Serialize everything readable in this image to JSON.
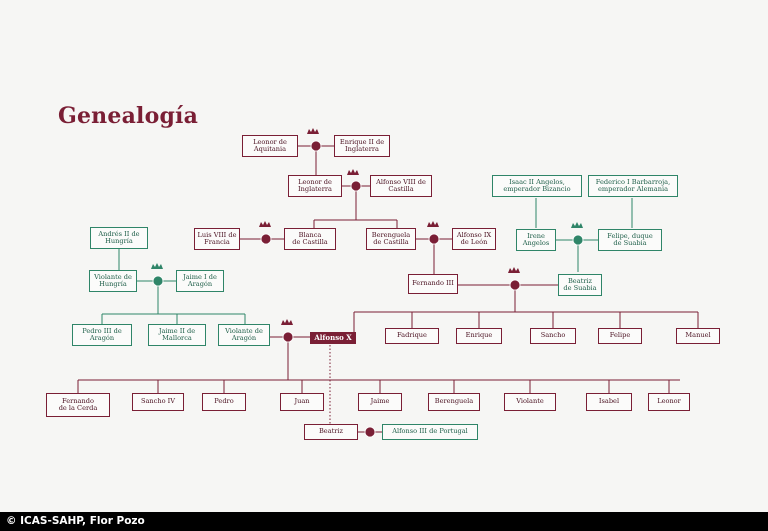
{
  "title": "Genealogía",
  "colors": {
    "dynasty": "#7a1f35",
    "consort": "#2f8568",
    "background": "#f6f6f4"
  },
  "people": {
    "leonor_aquitania": "Leonor de\nAquitania",
    "enrique_ii": "Enrique II de\nInglaterra",
    "leonor_inglaterra": "Leonor de\nInglaterra",
    "alfonso_viii": "Alfonso VIII de\nCastilla",
    "luis_viii": "Luis VIII de\nFrancia",
    "blanca": "Blanca\nde Castilla",
    "berenguela_castilla": "Berenguela\nde Castilla",
    "alfonso_ix": "Alfonso IX\nde León",
    "isaac_ii": "Isaac II Angelos,\nemperador Bizancio",
    "federico_i": "Federico I Barbarroja,\nemperador Alemania",
    "irene": "Irene\nAngelos",
    "felipe_suabia": "Felipe, duque\nde Suabia",
    "andres_ii": "Andrés II de\nHungría",
    "violante_hungria": "Violante de\nHungría",
    "jaime_i": "Jaime I de\nAragón",
    "fernando_iii": "Fernando III",
    "beatriz_suabia": "Beatriz\nde Suabia",
    "pedro_iii": "Pedro III de\nAragón",
    "jaime_ii_mallorca": "Jaime II de\nMallorca",
    "violante_aragon": "Violante de\nAragón",
    "alfonso_x": "Alfonso X",
    "fadrique": "Fadrique",
    "enrique": "Enrique",
    "sancho": "Sancho",
    "felipe": "Felipe",
    "manuel": "Manuel",
    "fernando_cerda": "Fernando\nde la Cerda",
    "sancho_iv": "Sancho IV",
    "pedro": "Pedro",
    "juan": "Juan",
    "jaime": "Jaime",
    "berenguela": "Berenguela",
    "violante": "Violante",
    "isabel": "Isabel",
    "leonor": "Leonor",
    "beatriz": "Beatriz",
    "alfonso_iii_portugal": "Alfonso III de Portugal"
  },
  "footer": "© ICAS-SAHP, Flor Pozo"
}
